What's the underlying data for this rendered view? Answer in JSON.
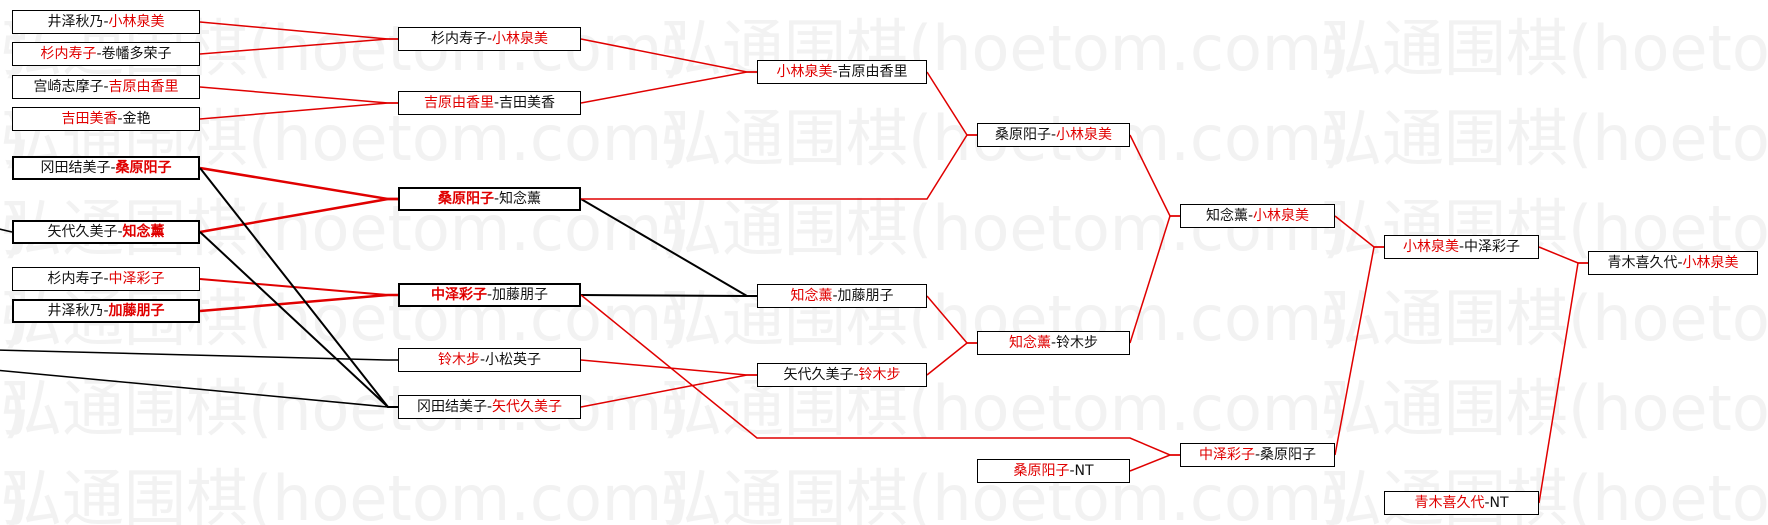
{
  "watermark": {
    "text": "弘通围棋(hoetom.com)"
  },
  "colors": {
    "winner": "#e00000",
    "win_line": "#e00000",
    "lose_line": "#000000"
  },
  "matches": [
    {
      "id": "r1_1",
      "p1": "井泽秋乃",
      "p2": "小林泉美",
      "winner": 2
    },
    {
      "id": "r1_2",
      "p1": "杉内寿子",
      "p2": "卷幡多荣子",
      "winner": 1
    },
    {
      "id": "r1_3",
      "p1": "宫崎志摩子",
      "p2": "吉原由香里",
      "winner": 2
    },
    {
      "id": "r1_4",
      "p1": "吉田美香",
      "p2": "金艳",
      "winner": 1
    },
    {
      "id": "r1_5",
      "p1": "冈田结美子",
      "p2": "桑原阳子",
      "winner": 2,
      "emph": true
    },
    {
      "id": "r1_6",
      "p1": "矢代久美子",
      "p2": "知念薰",
      "winner": 2,
      "emph": true
    },
    {
      "id": "r1_7",
      "p1": "杉内寿子",
      "p2": "中泽彩子",
      "winner": 2
    },
    {
      "id": "r1_8",
      "p1": "井泽秋乃",
      "p2": "加藤朋子",
      "winner": 2,
      "emph": true
    },
    {
      "id": "r2_1",
      "p1": "杉内寿子",
      "p2": "小林泉美",
      "winner": 2
    },
    {
      "id": "r2_2",
      "p1": "吉原由香里",
      "p2": "吉田美香",
      "winner": 1
    },
    {
      "id": "r2_3",
      "p1": "桑原阳子",
      "p2": "知念薰",
      "winner": 1,
      "emph": true,
      "boldWinner": true
    },
    {
      "id": "r2_4",
      "p1": "中泽彩子",
      "p2": "加藤朋子",
      "winner": 1,
      "emph": true,
      "boldWinner": true
    },
    {
      "id": "r2_5",
      "p1": "铃木步",
      "p2": "小松英子",
      "winner": 1
    },
    {
      "id": "r2_6",
      "p1": "冈田结美子",
      "p2": "矢代久美子",
      "winner": 2
    },
    {
      "id": "r3_1",
      "p1": "小林泉美",
      "p2": "吉原由香里",
      "winner": 1
    },
    {
      "id": "r3_2",
      "p1": "知念薰",
      "p2": "加藤朋子",
      "winner": 1
    },
    {
      "id": "r3_3",
      "p1": "矢代久美子",
      "p2": "铃木步",
      "winner": 2
    },
    {
      "id": "r4_1",
      "p1": "桑原阳子",
      "p2": "小林泉美",
      "winner": 2
    },
    {
      "id": "r4_2",
      "p1": "知念薰",
      "p2": "铃木步",
      "winner": 1
    },
    {
      "id": "r4_3",
      "p1": "桑原阳子",
      "p2": "NT",
      "winner": 1
    },
    {
      "id": "r5_1",
      "p1": "知念薰",
      "p2": "小林泉美",
      "winner": 2
    },
    {
      "id": "r5_2",
      "p1": "中泽彩子",
      "p2": "桑原阳子",
      "winner": 1
    },
    {
      "id": "r5_3",
      "p1": "青木喜久代",
      "p2": "NT",
      "winner": 1
    },
    {
      "id": "r6_1",
      "p1": "小林泉美",
      "p2": "中泽彩子",
      "winner": 1
    },
    {
      "id": "r7_1",
      "p1": "青木喜久代",
      "p2": "小林泉美",
      "winner": 2
    }
  ]
}
